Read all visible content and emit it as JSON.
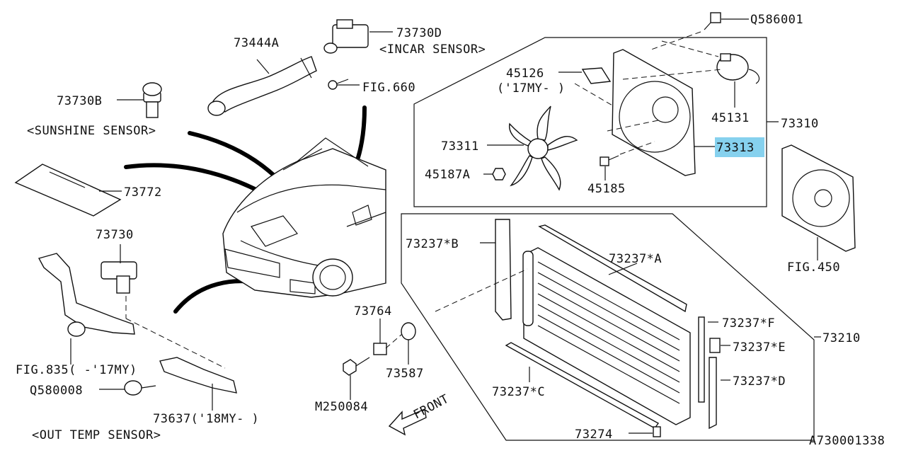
{
  "diagram_id": "A730001338",
  "highlight_color": "#86d1ee",
  "labels": {
    "p73444A": "73444A",
    "p73730D": "73730D",
    "incar": "<INCAR SENSOR>",
    "fig660": "FIG.660",
    "p73730B": "73730B",
    "sunshine": "<SUNSHINE SENSOR>",
    "p73772": "73772",
    "p73730": "73730",
    "fig835": "FIG.835( -'17MY)",
    "q580008": "Q580008",
    "p73637": "73637('18MY- )",
    "outtemp": "<OUT TEMP SENSOR>",
    "q586001": "Q586001",
    "p45126": "45126",
    "p45126note": "('17MY- )",
    "p45131": "45131",
    "p73310": "73310",
    "p73311": "73311",
    "p73313": "73313",
    "p45187A": "45187A",
    "p45185": "45185",
    "fig450": "FIG.450",
    "p73237B": "73237*B",
    "p73237A": "73237*A",
    "p73237F": "73237*F",
    "p73237E": "73237*E",
    "p73237D": "73237*D",
    "p73237C": "73237*C",
    "p73210": "73210",
    "p73764": "73764",
    "p73587": "73587",
    "m250084": "M250084",
    "front": "FRONT",
    "p73274": "73274"
  }
}
